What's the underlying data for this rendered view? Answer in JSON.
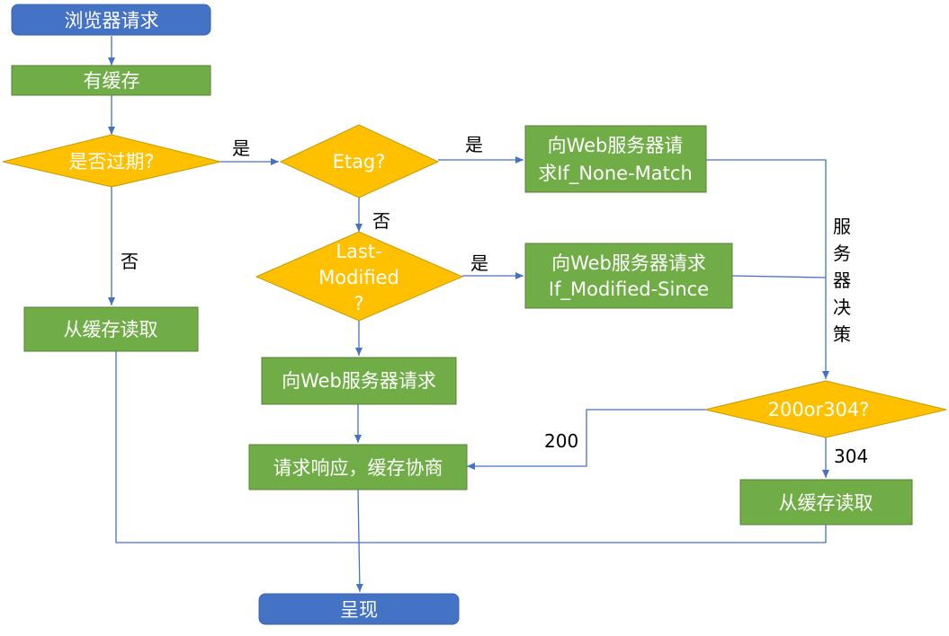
{
  "colors": {
    "terminal": "#4472c4",
    "process": "#70ad47",
    "decision": "#ffc000",
    "edge": "#4472c4",
    "node_border": "#5b7f3a",
    "text": "#ffffff"
  },
  "nodes": {
    "browser_request": "浏览器请求",
    "has_cache": "有缓存",
    "expired": "是否过期?",
    "read_cache_left": "从缓存读取",
    "etag": "Etag?",
    "last_modified": [
      "Last-",
      "Modified",
      "?"
    ],
    "req_if_none_match": [
      "向Web服务器请",
      "求If_None-Match"
    ],
    "req_if_modified_since": [
      "向Web服务器请求",
      "If_Modified-Since"
    ],
    "req_web_server": "向Web服务器请求",
    "response_negotiate": "请求响应，缓存协商",
    "status_decision": "200or304?",
    "read_cache_right": "从缓存读取",
    "render": "呈现"
  },
  "edge_labels": {
    "expired_yes": "是",
    "expired_no": "否",
    "etag_yes": "是",
    "etag_no": "否",
    "lastmod_yes": "是",
    "server_decision": [
      "服",
      "务",
      "器",
      "决",
      "策"
    ],
    "status_200": "200",
    "status_304": "304"
  }
}
